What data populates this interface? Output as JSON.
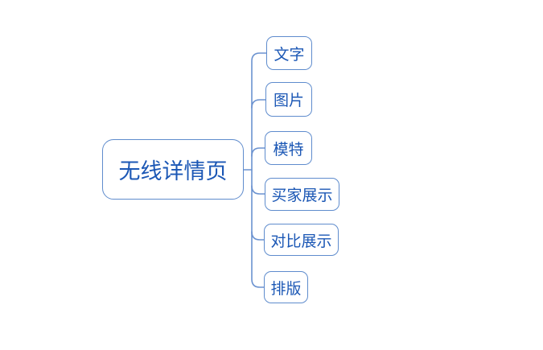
{
  "diagram": {
    "type": "mindmap",
    "root": {
      "label": "无线详情页"
    },
    "children": [
      {
        "label": "文字"
      },
      {
        "label": "图片"
      },
      {
        "label": "模特"
      },
      {
        "label": "买家展示"
      },
      {
        "label": "对比展示"
      },
      {
        "label": "排版"
      }
    ],
    "colors": {
      "background": "#ffffff",
      "node_border": "#5f8ccd",
      "node_text": "#1b57b5",
      "connector": "#6b92d0"
    }
  }
}
